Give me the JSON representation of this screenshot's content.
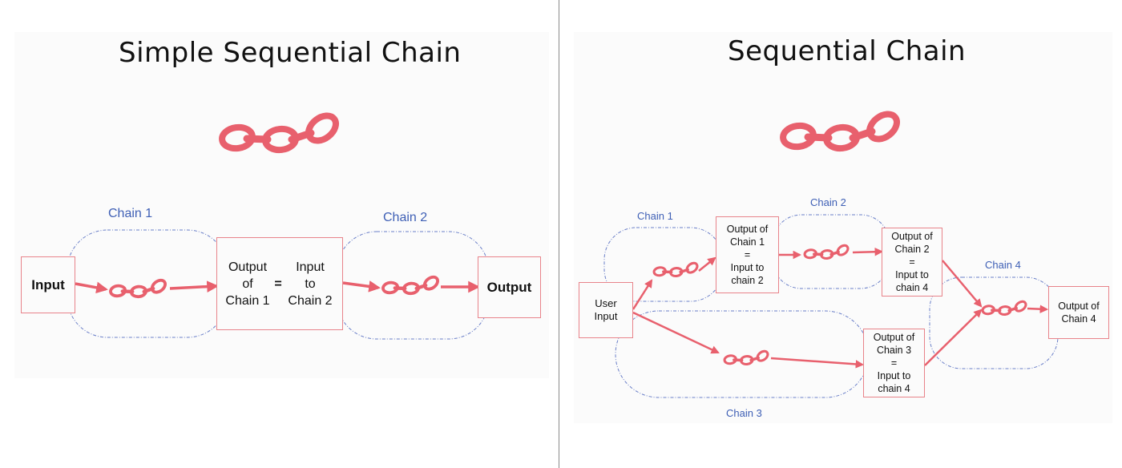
{
  "colors": {
    "chain": "#e8606d",
    "arrow": "#e8606d",
    "box_border": "#e8838a",
    "group_border": "#6a7fc8",
    "label": "#3e5fb5"
  },
  "left": {
    "title": "Simple Sequential Chain",
    "icon": "chain-link-icon",
    "chain1_label": "Chain 1",
    "chain2_label": "Chain 2",
    "input_label": "Input",
    "output_label": "Output",
    "mid_left": "Output\nof\nChain 1",
    "mid_eq": "=",
    "mid_right": "Input\nto\nChain 2"
  },
  "right": {
    "title": "Sequential Chain",
    "icon": "chain-link-icon",
    "chain1_label": "Chain 1",
    "chain2_label": "Chain 2",
    "chain3_label": "Chain 3",
    "chain4_label": "Chain 4",
    "user_input": "User\nInput",
    "box1": "Output of\nChain 1\n=\nInput to\nchain 2",
    "box2": "Output of\nChain 2\n=\nInput to\nchain 4",
    "box3": "Output of\nChain 3\n=\nInput to\nchain 4",
    "output4": "Output of\nChain 4"
  }
}
